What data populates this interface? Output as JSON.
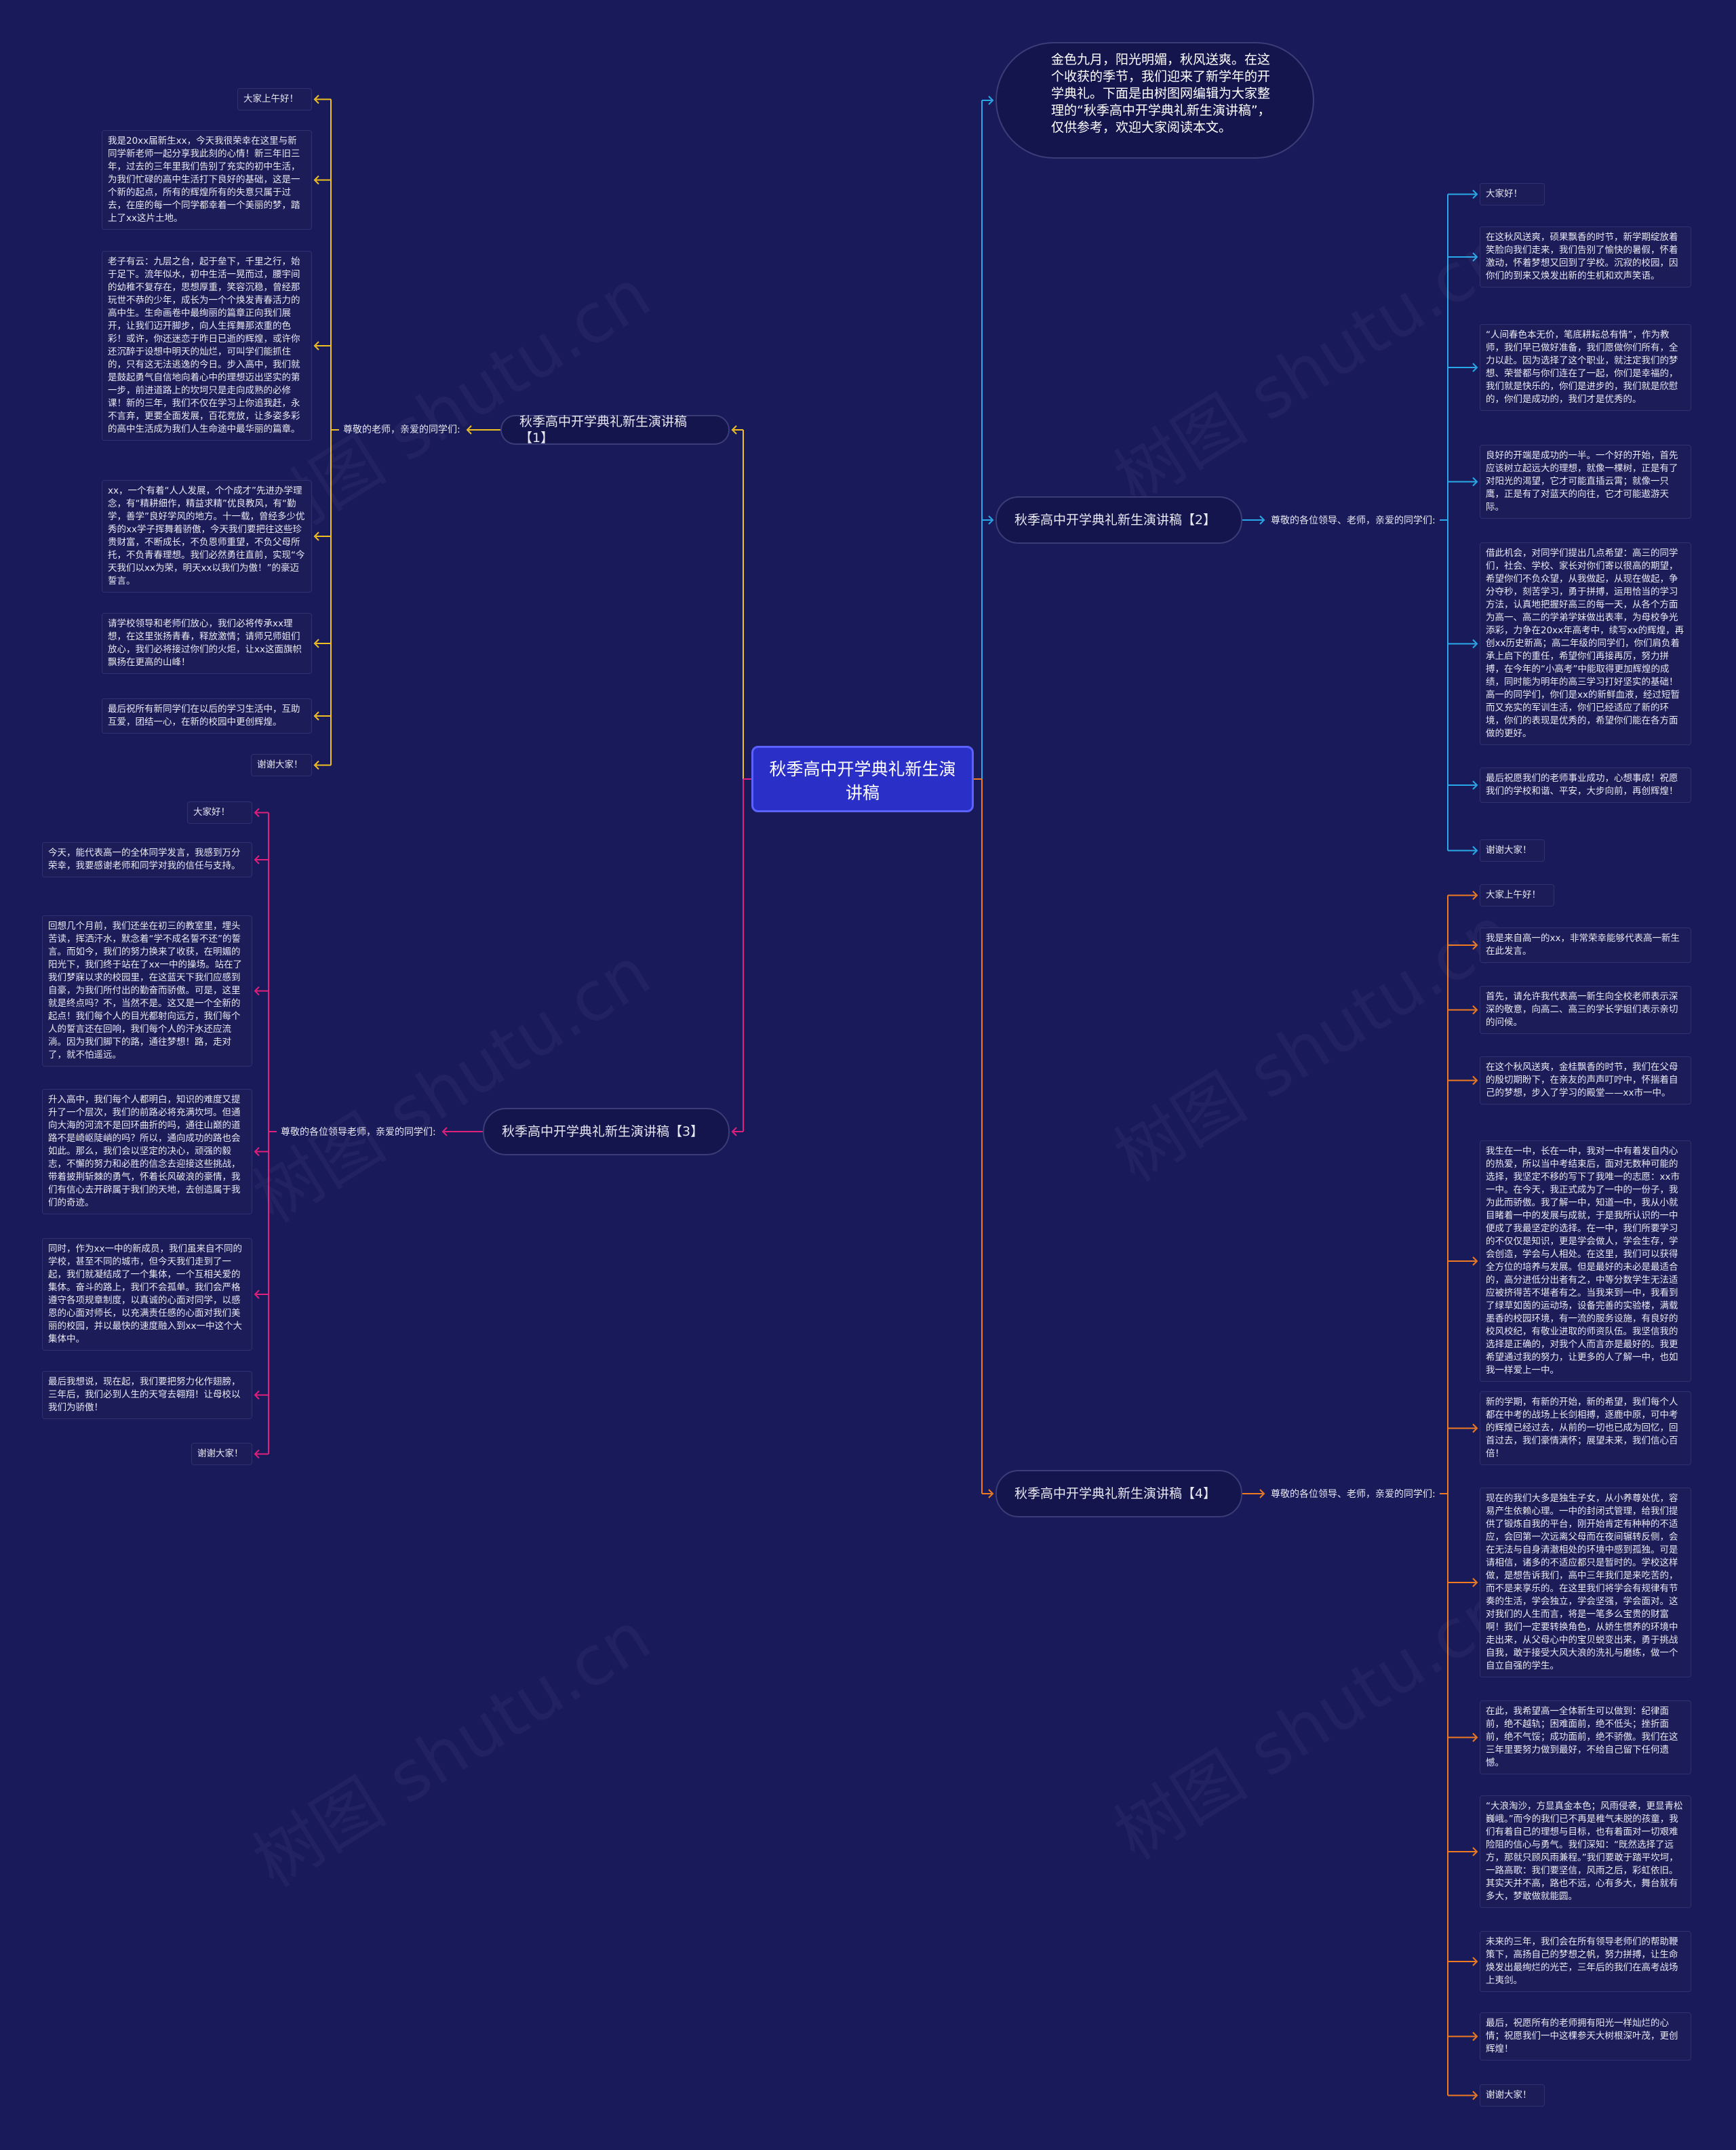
{
  "root": {
    "title": "秋季高中开学典礼新生演讲稿"
  },
  "intro": {
    "text": "金色九月，阳光明媚，秋风送爽。在这个收获的季节，我们迎来了新学年的开学典礼。下面是由树图网编辑为大家整理的“秋季高中开学典礼新生演讲稿”，仅供参考，欢迎大家阅读本文。"
  },
  "branches": [
    {
      "title": "秋季高中开学典礼新生演讲稿【1】",
      "label": "尊敬的老师，亲爱的同学们:",
      "color": "#f0c020",
      "leaves": [
        "大家上午好！",
        "我是20xx届新生xx，今天我很荣幸在这里与新同学新老师一起分享我此刻的心情！新三年旧三年，过去的三年里我们告别了充实的初中生活，为我们忙碌的高中生活打下良好的基础，这是一个新的起点，所有的辉煌所有的失意只属于过去，在座的每一个同学都幸着一个美丽的梦，踏上了xx这片土地。",
        "老子有云：九层之台，起于垒下，千里之行，始于足下。流年似水，初中生活一晃而过，腰宇间的幼稚不复存在，思想厚重，笑容沉稳，曾经那玩世不恭的少年，成长为一个个焕发青春活力的高中生。生命画卷中最绚丽的篇章正向我们展开，让我们迈开脚步，向人生挥舞那浓重的色彩！或许，你还迷恋于昨日已逝的辉煌，或许你还沉醉于设想中明天的灿烂，可叫学们能抓住的，只有这无法逃逸的今日。步入高中，我们就是鼓起勇气自信地向着心中的理想迈出坚实的第一步，前进道路上的坎坷只是走向成熟的必修课！新的三年，我们不仅在学习上你追我赶，永不言弃，更要全面发展，百花竞放，让多姿多彩的高中生活成为我们人生命途中最华丽的篇章。",
        "xx，一个有着“人人发展，个个成才”先进办学理念，有“精耕细作，精益求精”优良教风，有“勤学，善学”良好学风的地方。十一载，曾经多少优秀的xx学子挥舞着骄傲，今天我们要把往这些珍贵财富，不断成长，不负恩师重望，不负父母所托，不负青春理想。我们必然勇往直前，实现“今天我们以xx为荣，明天xx以我们为傲！”的豪迈誓言。",
        "请学校领导和老师们放心，我们必将传承xx理想，在这里张扬青春，释放激情；请师兄师姐们放心，我们必将接过你们的火炬，让xx这面旗帜飘扬在更高的山峰！",
        "最后祝所有新同学们在以后的学习生活中，互助互爱，团结一心，在新的校园中更创辉煌。",
        "谢谢大家！"
      ]
    },
    {
      "title": "秋季高中开学典礼新生演讲稿【2】",
      "label": "尊敬的各位领导、老师，亲爱的同学们:",
      "color": "#2aa9e8",
      "leaves": [
        "大家好！",
        "在这秋风送爽，硕果飘香的时节，新学期绽放着笑脸向我们走来，我们告别了愉快的暑假，怀着激动，怀着梦想又回到了学校。沉寂的校园，因你们的到来又焕发出新的生机和欢声笑语。",
        "“人间春色本无价，笔底耕耘总有情”，作为教师，我们早已做好准备，我们愿做你们所有，全力以赴。因为选择了这个职业，就注定我们的梦想、荣誉都与你们连在了一起，你们是幸福的，我们就是快乐的，你们是进步的，我们就是欣慰的，你们是成功的，我们才是优秀的。",
        "良好的开端是成功的一半。一个好的开始，首先应该树立起远大的理想，就像一棵树，正是有了对阳光的渴望，它才可能直插云霄；就像一只鹰，正是有了对蓝天的向往，它才可能遨游天际。",
        "借此机会，对同学们提出几点希望：高三的同学们，社会、学校、家长对你们寄以很高的期望，希望你们不负众望，从我做起，从现在做起，争分夺秒，刻苦学习，勇于拼搏，运用恰当的学习方法，认真地把握好高三的每一天，从各个方面为高一、高二的学弟学妹做出表率，为母校争光添彩，力争在20xx年高考中，续写xx的辉煌，再创xx历史新高；高二年级的同学们，你们肩负着承上启下的重任，希望你们再接再厉，努力拼搏，在今年的“小高考”中能取得更加辉煌的成绩，同时能为明年的高三学习打好坚实的基础！高一的同学们，你们是xx的新鲜血液，经过短暂而又充实的军训生活，你们已经适应了新的环境，你们的表现是优秀的，希望你们能在各方面做的更好。",
        "最后祝愿我们的老师事业成功，心想事成！祝愿我们的学校和谐、平安，大步向前，再创辉煌！",
        "谢谢大家！"
      ]
    },
    {
      "title": "秋季高中开学典礼新生演讲稿【3】",
      "label": "尊敬的各位领导老师，亲爱的同学们:",
      "color": "#e0207a",
      "leaves": [
        "大家好！",
        "今天，能代表高一的全体同学发言，我感到万分荣幸，我要感谢老师和同学对我的信任与支持。",
        "回想几个月前，我们还坐在初三的教室里，埋头苦读，挥洒汗水，默念着“学不成名誓不还”的誓言。而如今，我们的努力换来了收获，在明媚的阳光下，我们终于站在了xx一中的操场。站在了我们梦寐以求的校园里，在这蓝天下我们应感到自豪，为我们所付出的勤奋而骄傲。可是，这里就是终点吗？不，当然不是。这又是一个全新的起点！我们每个人的目光都射向远方，我们每个人的誓言还在回响，我们每个人的汗水还应流淌。因为我们脚下的路，通往梦想！路，走对了，就不怕遥远。",
        "升入高中，我们每个人都明白，知识的难度又提升了一个层次，我们的前路必将充满坎坷。但通向大海的河流不是回环曲折的吗，通往山巅的道路不是崎岖陡峭的吗？所以，通向成功的路也会如此。那么，我们会以坚定的决心，顽强的毅志，不懈的努力和必胜的信念去迎接这些挑战，带着披荆斩棘的勇气，怀着长风破浪的豪情，我们有信心去开辟属于我们的天地，去创造属于我们的奇迹。",
        "同时，作为xx一中的新成员，我们虽来自不同的学校，甚至不同的城市，但今天我们走到了一起，我们就凝结成了一个集体，一个互相关爱的集体。奋斗的路上，我们不会孤单。我们会严格遵守各项规章制度，以真诚的心面对同学，以感恩的心面对师长，以充满责任感的心面对我们美丽的校园，并以最快的速度融入到xx一中这个大集体中。",
        "最后我想说，现在起，我们要把努力化作翅膀，三年后，我们必到人生的天穹去翱翔！让母校以我们为骄傲！",
        "谢谢大家！"
      ]
    },
    {
      "title": "秋季高中开学典礼新生演讲稿【4】",
      "label": "尊敬的各位领导、老师，亲爱的同学们:",
      "color": "#ef7a20",
      "leaves": [
        "大家上午好！",
        "我是来自高一的xx，非常荣幸能够代表高一新生在此发言。",
        "首先，请允许我代表高一新生向全校老师表示深深的敬意，向高二、高三的学长学姐们表示亲切的问候。",
        "在这个秋风送爽，金桂飘香的时节，我们在父母的殷切期盼下，在亲友的声声叮咛中，怀揣着自己的梦想，步入了学习的殿堂——xx市一中。",
        "我生在一中，长在一中，我对一中有着发自内心的热爱，所以当中考结束后，面对无数种可能的选择，我坚定不移的写下了我唯一的志愿：xx市一中。在今天，我正式成为了一中的一份子，我为此而骄傲。我了解一中，知道一中，我从小就目睹着一中的发展与成就，于是我所认识的一中便成了我最坚定的选择。在一中，我们所要学习的不仅仅是知识，更是学会做人，学会生存，学会创造，学会与人相处。在这里，我们可以获得全方位的培养与发展。但是最好的未必是最适合的，高分进低分出者有之，中等分数学生无法适应被挤得苦不堪者有之。当我来到一中，我看到了绿草如茵的运动场，设备完善的实验楼，满载墨香的校园环境，有一流的服务设施，有良好的校风校纪，有敬业进取的师资队伍。我坚信我的选择是正确的，对我个人而言亦是最好的。我更希望通过我的努力，让更多的人了解一中，也如我一样爱上一中。",
        "新的学期，有新的开始，新的希望，我们每个人都在中考的战场上长剑相搏，逐鹿中原，可中考的辉煌已经过去，从前的一切也已成为回忆，回首过去，我们豪情满怀；展望未来，我们信心百倍！",
        "现在的我们大多是独生子女，从小养尊处优，容易产生依赖心理。一中的封闭式管理，给我们提供了锻炼自我的平台，刚开始肯定有种种的不适应，会回第一次远离父母而在夜间辗转反侧，会在无法与自身清澈相处的环境中感到孤独。可是请相信，诸多的不适应都只是暂时的。学校这样做，是想告诉我们，高中三年我们是来吃苦的，而不是来享乐的。在这里我们将学会有规律有节奏的生活，学会独立，学会坚强，学会面对。这对我们的人生而言，将是一笔多么宝贵的财富啊！我们一定要转换角色，从娇生惯养的环境中走出来，从父母心中的宝贝蜕变出来，勇于挑战自我，敢于接受大风大浪的洗礼与磨练，做一个自立自强的学生。",
        "在此，我希望高一全体新生可以做到：纪律面前，绝不越轨；困难面前，绝不低头；挫折面前，绝不气馁；成功面前，绝不骄傲。我们在这三年里要努力做到最好，不给自己留下任何遗憾。",
        "“大浪淘沙，方显真金本色；风雨侵袭，更显青松巍峨。”而今的我们已不再是稚气未脱的孩童，我们有着自己的理想与目标，也有着面对一切艰难险阻的信心与勇气。我们深知：“既然选择了远方，那就只顾风雨兼程。”我们要敢于踏平坎坷，一路高歌：我们要坚信，风雨之后，彩虹依旧。其实天并不高，路也不远，心有多大，舞台就有多大，梦敢做就能圆。",
        "未来的三年，我们会在所有领导老师们的帮助鞭策下，高扬自己的梦想之帆，努力拼搏，让生命焕发出最绚烂的光芒，三年后的我们在高考战场上夷剑。",
        "最后，祝愿所有的老师拥有阳光一样灿烂的心情；祝愿我们一中这棵参天大树根深叶茂，更创辉煌！",
        "谢谢大家！"
      ]
    }
  ],
  "watermark": "树图 shutu.cn"
}
